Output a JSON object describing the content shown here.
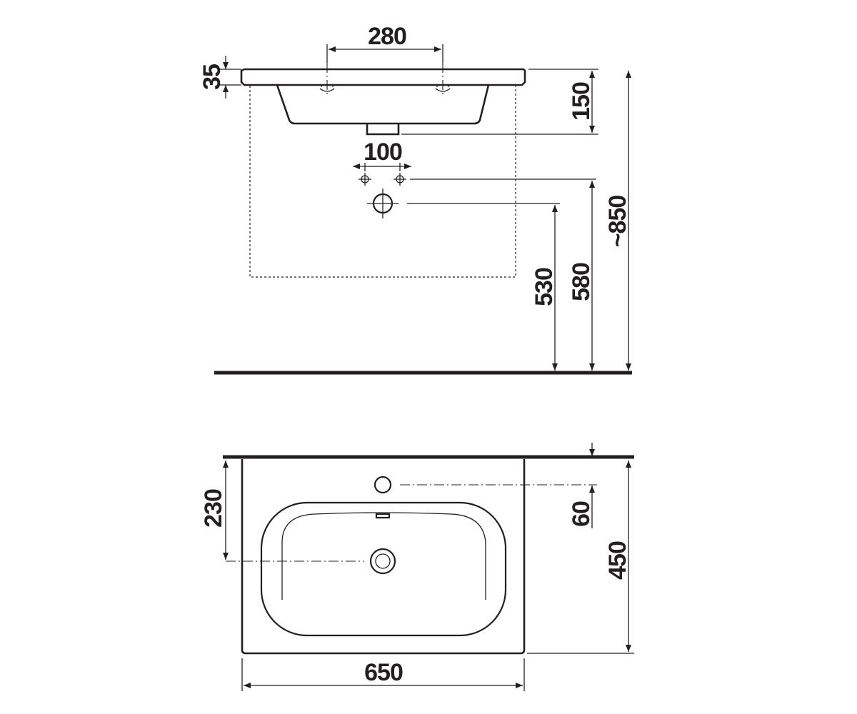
{
  "colors": {
    "line": "#231f20",
    "background": "#ffffff"
  },
  "dimensions": {
    "tap_holes_spacing": "280",
    "rim_height": "35",
    "basin_depth": "150",
    "connections_spacing": "100",
    "total_height": "~850",
    "waste_height": "530",
    "connections_height": "580",
    "centre_distance": "230",
    "tap_hole_offset": "60",
    "depth": "450",
    "width": "650"
  }
}
